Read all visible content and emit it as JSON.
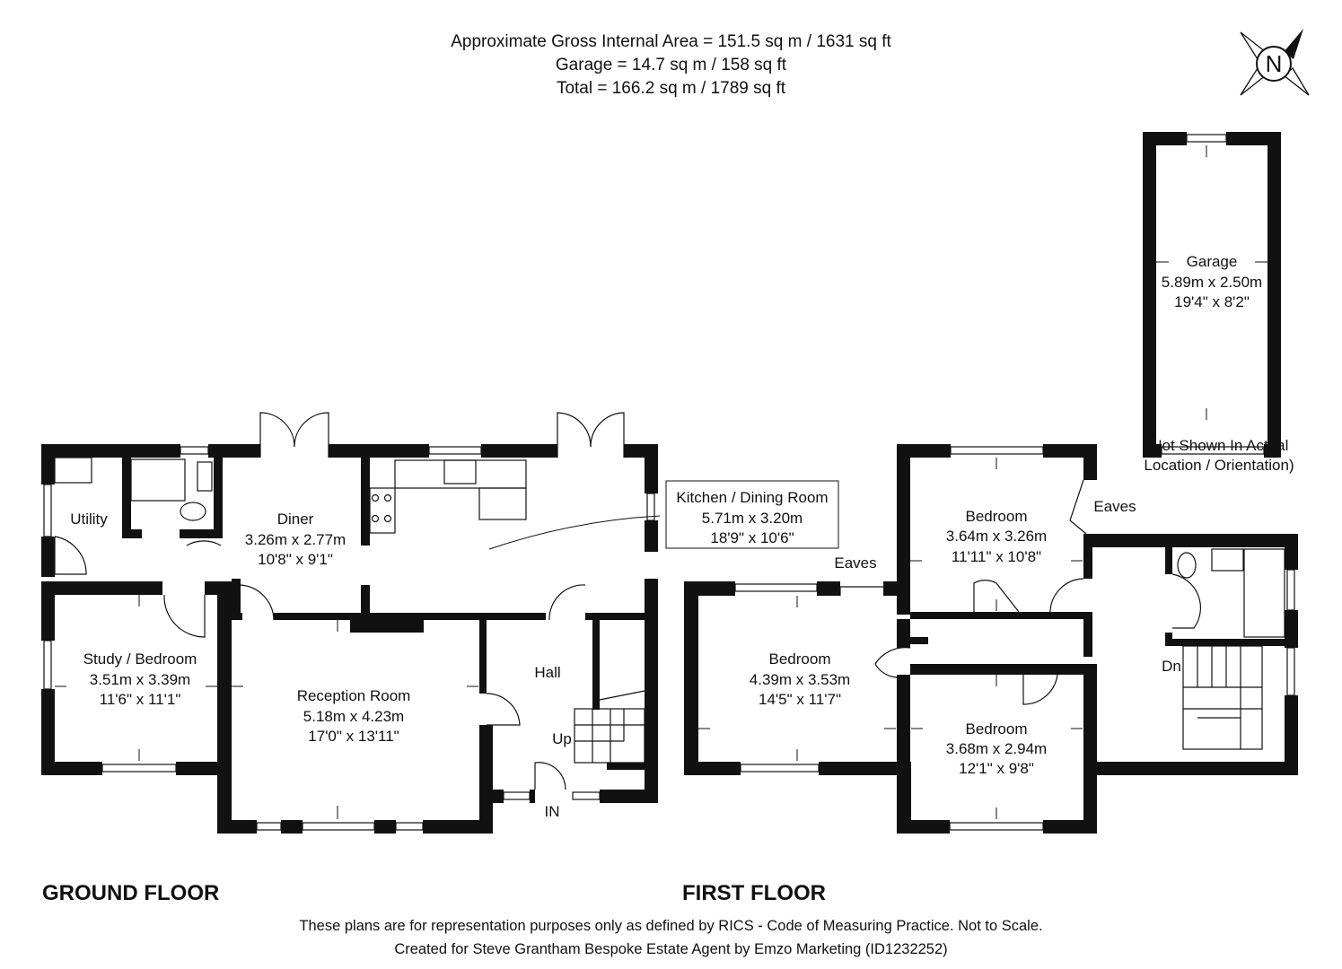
{
  "header": {
    "area_line": "Approximate Gross Internal Area = 151.5 sq m / 1631 sq ft",
    "garage_line": "Garage = 14.7 sq m / 158 sq ft",
    "total_line": "Total = 166.2 sq m / 1789 sq ft"
  },
  "compass": {
    "letter": "N",
    "icon": "north-arrow-icon"
  },
  "floors": {
    "ground": "GROUND FLOOR",
    "first": "FIRST FLOOR"
  },
  "rooms": {
    "utility": {
      "name": "Utility"
    },
    "diner": {
      "name": "Diner",
      "metric": "3.26m x 2.77m",
      "imperial": "10'8\" x 9'1\""
    },
    "kitchen": {
      "name": "Kitchen / Dining Room",
      "metric": "5.71m x 3.20m",
      "imperial": "18'9\" x 10'6\""
    },
    "study": {
      "name": "Study / Bedroom",
      "metric": "3.51m x 3.39m",
      "imperial": "11'6\" x 11'1\""
    },
    "reception": {
      "name": "Reception Room",
      "metric": "5.18m x 4.23m",
      "imperial": "17'0\" x 13'11\""
    },
    "hall": {
      "name": "Hall"
    },
    "up": {
      "name": "Up"
    },
    "in": {
      "name": "IN"
    },
    "bedroom_top": {
      "name": "Bedroom",
      "metric": "3.64m x 3.26m",
      "imperial": "11'11\" x 10'8\""
    },
    "bedroom_left": {
      "name": "Bedroom",
      "metric": "4.39m x 3.53m",
      "imperial": "14'5\" x 11'7\""
    },
    "bedroom_bottom": {
      "name": "Bedroom",
      "metric": "3.68m x 2.94m",
      "imperial": "12'1\" x 9'8\""
    },
    "eaves_left": {
      "name": "Eaves"
    },
    "eaves_right": {
      "name": "Eaves"
    },
    "dn": {
      "name": "Dn"
    },
    "garage": {
      "name": "Garage",
      "metric": "5.89m x 2.50m",
      "imperial": "19'4\" x 8'2\""
    },
    "garage_note_1": "(Not Shown In Actual",
    "garage_note_2": "Location / Orientation)"
  },
  "footer": {
    "line1": "These plans are for representation purposes only as defined by RICS - Code of Measuring Practice. Not to Scale.",
    "line2": "Created for Steve Grantham Bespoke Estate Agent by Emzo Marketing (ID1232252)"
  }
}
